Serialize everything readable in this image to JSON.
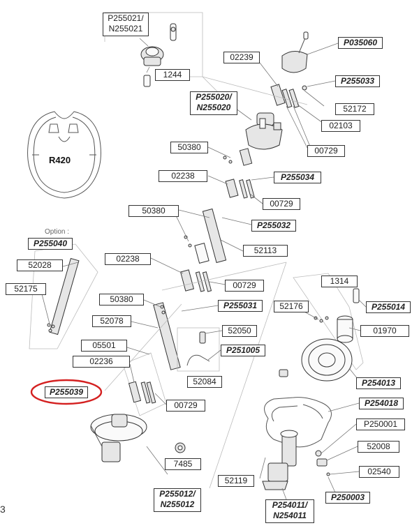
{
  "labels": {
    "p255021": "P255021/ N255021",
    "n1244": "1244",
    "n02239": "02239",
    "p035060": "P035060",
    "p255033": "P255033",
    "p255020": "P255020/ N255020",
    "n52172": "52172",
    "n02103": "02103",
    "n50380a": "50380",
    "n00729a": "00729",
    "n02238a": "02238",
    "p255034": "P255034",
    "n00729b": "00729",
    "n50380b": "50380",
    "p255032": "P255032",
    "p255040": "P255040",
    "n52113": "52113",
    "n52028": "52028",
    "n02238b": "02238",
    "n00729c": "00729",
    "n52175": "52175",
    "n1314": "1314",
    "n50380c": "50380",
    "p255031": "P255031",
    "n52176": "52176",
    "p255014": "P255014",
    "n01970": "01970",
    "n52078": "52078",
    "n52050": "52050",
    "p251005": "P251005",
    "n05501": "05501",
    "n02236": "02236",
    "n52084": "52084",
    "p254013": "P254013",
    "p255039": "P255039",
    "n00729d": "00729",
    "p254018": "P254018",
    "p250001": "P250001",
    "n52008": "52008",
    "n7485": "7485",
    "n02540": "02540",
    "n52119": "52119",
    "p255012": "P255012/ N255012",
    "p250003": "P250003",
    "p254011": "P254011/ N254011"
  },
  "profile_label": "R420",
  "option_label": "Option :",
  "corner_mark": "3",
  "highlight": {
    "target": "P255039",
    "color": "#d42020"
  }
}
